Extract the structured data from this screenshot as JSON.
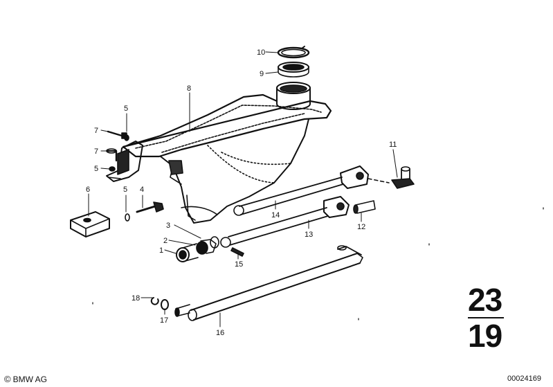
{
  "labels": {
    "l1": "1",
    "l2": "2",
    "l3": "3",
    "l4": "4",
    "l5a": "5",
    "l5b": "5",
    "l5c": "5",
    "l6": "6",
    "l7a": "7",
    "l7b": "7",
    "l8": "8",
    "l9": "9",
    "l10": "10",
    "l11": "11",
    "l12": "12",
    "l13": "13",
    "l14": "14",
    "l15": "15",
    "l16": "16",
    "l17": "17",
    "l18": "18"
  },
  "group": {
    "top": "23",
    "bottom": "19"
  },
  "footer": {
    "copyright": "BMW AG",
    "doc_number": "00024169"
  },
  "colors": {
    "ink": "#111111",
    "shade": "#2a2a2a",
    "paper": "#ffffff"
  },
  "icons": {
    "copyright": "copyright-icon"
  }
}
